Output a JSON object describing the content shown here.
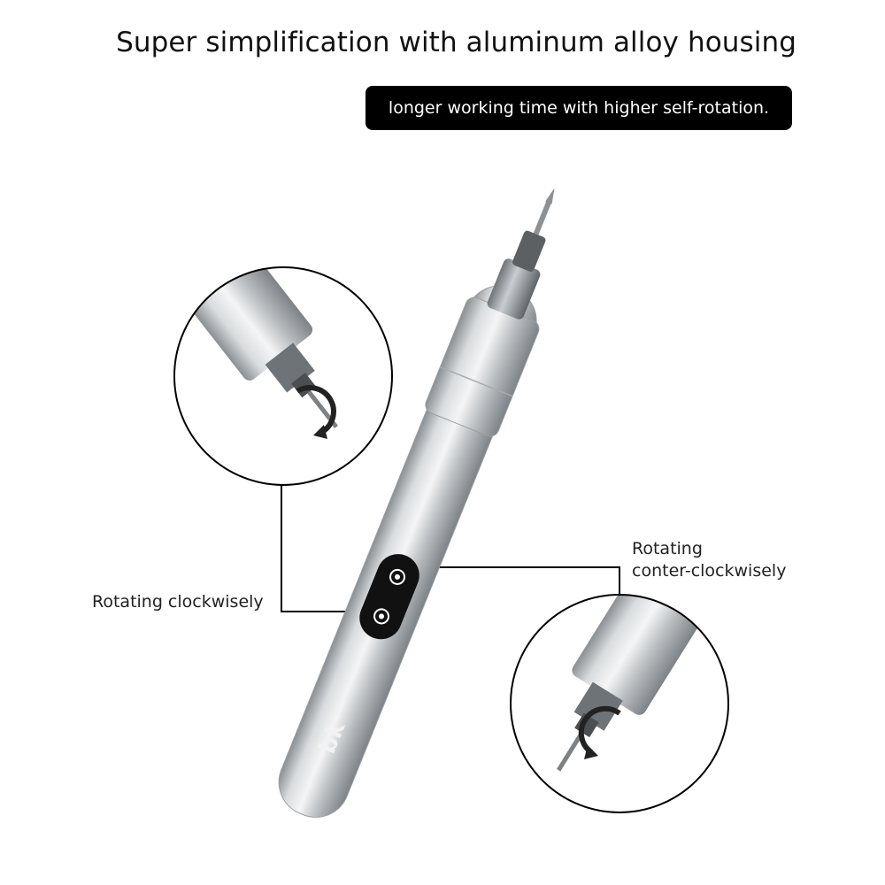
{
  "headline": "Super simplification with aluminum alloy housing",
  "subheadline": "longer working time with higher self-rotation.",
  "callouts": {
    "clockwise": "Rotating clockwisely",
    "counter_line1": "Rotating",
    "counter_line2": "conter-clockwisely"
  },
  "logo_text": "bk",
  "icons": [
    "rotate-clockwise-icon",
    "rotate-counterclockwise-icon",
    "button-icon"
  ],
  "colors": {
    "pill_background": "#000000",
    "pill_text": "#ffffff",
    "body_text": "#111111",
    "metal": "#bfc3c6",
    "line": "#000000"
  }
}
